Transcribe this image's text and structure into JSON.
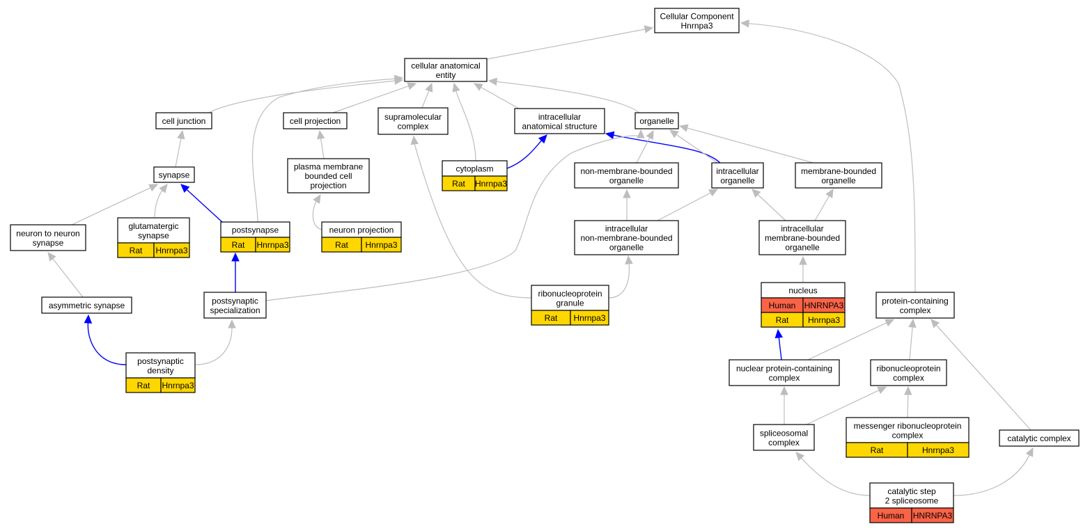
{
  "colors": {
    "rat": "#ffd700",
    "human": "#fb6347",
    "edge_default": "#bdbdbd",
    "edge_highlight": "#0000ff"
  },
  "nodes": [
    {
      "id": "cellular-component",
      "lines": [
        "Cellular Component",
        "Hnrnpa3"
      ],
      "annotations": []
    },
    {
      "id": "cellular-anatomical-entity",
      "lines": [
        "cellular anatomical",
        "entity"
      ],
      "annotations": []
    },
    {
      "id": "cell-junction",
      "lines": [
        "cell junction"
      ],
      "annotations": []
    },
    {
      "id": "cell-projection",
      "lines": [
        "cell projection"
      ],
      "annotations": []
    },
    {
      "id": "supramolecular-complex",
      "lines": [
        "supramolecular",
        "complex"
      ],
      "annotations": []
    },
    {
      "id": "intracellular-anatomical-structure",
      "lines": [
        "intracellular",
        "anatomical structure"
      ],
      "annotations": []
    },
    {
      "id": "organelle",
      "lines": [
        "organelle"
      ],
      "annotations": []
    },
    {
      "id": "synapse",
      "lines": [
        "synapse"
      ],
      "annotations": []
    },
    {
      "id": "plasma-membrane-bounded-cell-projection",
      "lines": [
        "plasma membrane",
        "bounded cell",
        "projection"
      ],
      "annotations": []
    },
    {
      "id": "cytoplasm",
      "lines": [
        "cytoplasm"
      ],
      "annotations": [
        {
          "species": "Rat",
          "gene": "Hnrnpa3",
          "color": "rat"
        }
      ]
    },
    {
      "id": "non-membrane-bounded-organelle",
      "lines": [
        "non-membrane-bounded",
        "organelle"
      ],
      "annotations": []
    },
    {
      "id": "intracellular-organelle",
      "lines": [
        "intracellular",
        "organelle"
      ],
      "annotations": []
    },
    {
      "id": "membrane-bounded-organelle",
      "lines": [
        "membrane-bounded",
        "organelle"
      ],
      "annotations": []
    },
    {
      "id": "neuron-to-neuron-synapse",
      "lines": [
        "neuron to neuron",
        "synapse"
      ],
      "annotations": []
    },
    {
      "id": "glutamatergic-synapse",
      "lines": [
        "glutamatergic",
        "synapse"
      ],
      "annotations": [
        {
          "species": "Rat",
          "gene": "Hnrnpa3",
          "color": "rat"
        }
      ]
    },
    {
      "id": "postsynapse",
      "lines": [
        "postsynapse"
      ],
      "annotations": [
        {
          "species": "Rat",
          "gene": "Hnrnpa3",
          "color": "rat"
        }
      ]
    },
    {
      "id": "neuron-projection",
      "lines": [
        "neuron projection"
      ],
      "annotations": [
        {
          "species": "Rat",
          "gene": "Hnrnpa3",
          "color": "rat"
        }
      ]
    },
    {
      "id": "intracellular-non-membrane-bounded-organelle",
      "lines": [
        "intracellular",
        "non-membrane-bounded",
        "organelle"
      ],
      "annotations": []
    },
    {
      "id": "intracellular-membrane-bounded-organelle",
      "lines": [
        "intracellular",
        "membrane-bounded",
        "organelle"
      ],
      "annotations": []
    },
    {
      "id": "asymmetric-synapse",
      "lines": [
        "asymmetric synapse"
      ],
      "annotations": []
    },
    {
      "id": "postsynaptic-specialization",
      "lines": [
        "postsynaptic",
        "specialization"
      ],
      "annotations": []
    },
    {
      "id": "ribonucleoprotein-granule",
      "lines": [
        "ribonucleoprotein",
        "granule"
      ],
      "annotations": [
        {
          "species": "Rat",
          "gene": "Hnrnpa3",
          "color": "rat"
        }
      ]
    },
    {
      "id": "nucleus",
      "lines": [
        "nucleus"
      ],
      "annotations": [
        {
          "species": "Human",
          "gene": "HNRNPA3",
          "color": "human"
        },
        {
          "species": "Rat",
          "gene": "Hnrnpa3",
          "color": "rat"
        }
      ]
    },
    {
      "id": "protein-containing-complex",
      "lines": [
        "protein-containing",
        "complex"
      ],
      "annotations": []
    },
    {
      "id": "postsynaptic-density",
      "lines": [
        "postsynaptic",
        "density"
      ],
      "annotations": [
        {
          "species": "Rat",
          "gene": "Hnrnpa3",
          "color": "rat"
        }
      ]
    },
    {
      "id": "nuclear-protein-containing-complex",
      "lines": [
        "nuclear protein-containing",
        "complex"
      ],
      "annotations": []
    },
    {
      "id": "ribonucleoprotein-complex",
      "lines": [
        "ribonucleoprotein",
        "complex"
      ],
      "annotations": []
    },
    {
      "id": "spliceosomal-complex",
      "lines": [
        "spliceosomal",
        "complex"
      ],
      "annotations": []
    },
    {
      "id": "messenger-ribonucleoprotein-complex",
      "lines": [
        "messenger ribonucleoprotein",
        "complex"
      ],
      "annotations": [
        {
          "species": "Rat",
          "gene": "Hnrnpa3",
          "color": "rat"
        }
      ]
    },
    {
      "id": "catalytic-complex",
      "lines": [
        "catalytic complex"
      ],
      "annotations": []
    },
    {
      "id": "catalytic-step-2-spliceosome",
      "lines": [
        "catalytic step",
        "2 spliceosome"
      ],
      "annotations": [
        {
          "species": "Human",
          "gene": "HNRNPA3",
          "color": "human"
        }
      ]
    }
  ],
  "edges": [
    {
      "from": "cellular-anatomical-entity",
      "to": "cellular-component",
      "highlight": false
    },
    {
      "from": "protein-containing-complex",
      "to": "cellular-component",
      "highlight": false
    },
    {
      "from": "cell-junction",
      "to": "cellular-anatomical-entity",
      "highlight": false
    },
    {
      "from": "postsynapse",
      "to": "cellular-anatomical-entity",
      "highlight": false
    },
    {
      "from": "cell-projection",
      "to": "cellular-anatomical-entity",
      "highlight": false
    },
    {
      "from": "supramolecular-complex",
      "to": "cellular-anatomical-entity",
      "highlight": false
    },
    {
      "from": "cytoplasm",
      "to": "cellular-anatomical-entity",
      "highlight": false
    },
    {
      "from": "intracellular-anatomical-structure",
      "to": "cellular-anatomical-entity",
      "highlight": false
    },
    {
      "from": "organelle",
      "to": "cellular-anatomical-entity",
      "highlight": false
    },
    {
      "from": "synapse",
      "to": "cell-junction",
      "highlight": false
    },
    {
      "from": "plasma-membrane-bounded-cell-projection",
      "to": "cell-projection",
      "highlight": false
    },
    {
      "from": "ribonucleoprotein-granule",
      "to": "supramolecular-complex",
      "highlight": false
    },
    {
      "from": "cytoplasm",
      "to": "intracellular-anatomical-structure",
      "highlight": true
    },
    {
      "from": "intracellular-organelle",
      "to": "intracellular-anatomical-structure",
      "highlight": true
    },
    {
      "from": "postsynaptic-specialization",
      "to": "organelle",
      "highlight": false
    },
    {
      "from": "non-membrane-bounded-organelle",
      "to": "organelle",
      "highlight": false
    },
    {
      "from": "intracellular-organelle",
      "to": "organelle",
      "highlight": false
    },
    {
      "from": "membrane-bounded-organelle",
      "to": "organelle",
      "highlight": false
    },
    {
      "from": "neuron-to-neuron-synapse",
      "to": "synapse",
      "highlight": false
    },
    {
      "from": "glutamatergic-synapse",
      "to": "synapse",
      "highlight": false
    },
    {
      "from": "postsynapse",
      "to": "synapse",
      "highlight": true
    },
    {
      "from": "neuron-projection",
      "to": "plasma-membrane-bounded-cell-projection",
      "highlight": false
    },
    {
      "from": "intracellular-non-membrane-bounded-organelle",
      "to": "non-membrane-bounded-organelle",
      "highlight": false
    },
    {
      "from": "intracellular-non-membrane-bounded-organelle",
      "to": "intracellular-organelle",
      "highlight": false
    },
    {
      "from": "intracellular-membrane-bounded-organelle",
      "to": "intracellular-organelle",
      "highlight": false
    },
    {
      "from": "intracellular-membrane-bounded-organelle",
      "to": "membrane-bounded-organelle",
      "highlight": false
    },
    {
      "from": "asymmetric-synapse",
      "to": "neuron-to-neuron-synapse",
      "highlight": false
    },
    {
      "from": "postsynaptic-specialization",
      "to": "postsynapse",
      "highlight": true
    },
    {
      "from": "ribonucleoprotein-granule",
      "to": "intracellular-non-membrane-bounded-organelle",
      "highlight": false
    },
    {
      "from": "nucleus",
      "to": "intracellular-membrane-bounded-organelle",
      "highlight": false
    },
    {
      "from": "postsynaptic-density",
      "to": "asymmetric-synapse",
      "highlight": true
    },
    {
      "from": "postsynaptic-density",
      "to": "postsynaptic-specialization",
      "highlight": false
    },
    {
      "from": "nuclear-protein-containing-complex",
      "to": "nucleus",
      "highlight": true
    },
    {
      "from": "nuclear-protein-containing-complex",
      "to": "protein-containing-complex",
      "highlight": false
    },
    {
      "from": "ribonucleoprotein-complex",
      "to": "protein-containing-complex",
      "highlight": false
    },
    {
      "from": "catalytic-complex",
      "to": "protein-containing-complex",
      "highlight": false
    },
    {
      "from": "spliceosomal-complex",
      "to": "nuclear-protein-containing-complex",
      "highlight": false
    },
    {
      "from": "spliceosomal-complex",
      "to": "ribonucleoprotein-complex",
      "highlight": false
    },
    {
      "from": "messenger-ribonucleoprotein-complex",
      "to": "ribonucleoprotein-complex",
      "highlight": false
    },
    {
      "from": "catalytic-step-2-spliceosome",
      "to": "spliceosomal-complex",
      "highlight": false
    },
    {
      "from": "catalytic-step-2-spliceosome",
      "to": "catalytic-complex",
      "highlight": false
    }
  ]
}
